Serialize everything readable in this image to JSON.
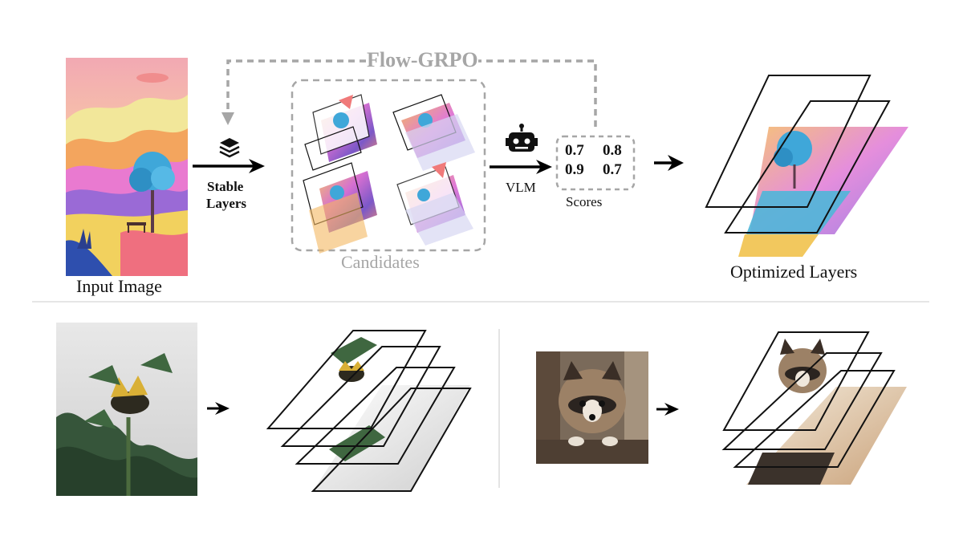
{
  "top": {
    "input_label": "Input Image",
    "model_label_line1": "Stable",
    "model_label_line2": "Layers",
    "feedback_label": "Flow-GRPO",
    "candidates_label": "Candidates",
    "judge_label": "VLM",
    "scores_label": "Scores",
    "scores": [
      "0.7",
      "0.8",
      "0.9",
      "0.7"
    ],
    "output_label": "Optimized Layers"
  },
  "icons": {
    "model": "stacked-layers-icon",
    "judge": "robot-icon"
  },
  "bottom": {
    "examples": [
      "sunflower",
      "raccoon"
    ]
  },
  "colors": {
    "feedback_dash": "#a6a6a6",
    "arrow": "#000000",
    "outline": "#111111"
  }
}
